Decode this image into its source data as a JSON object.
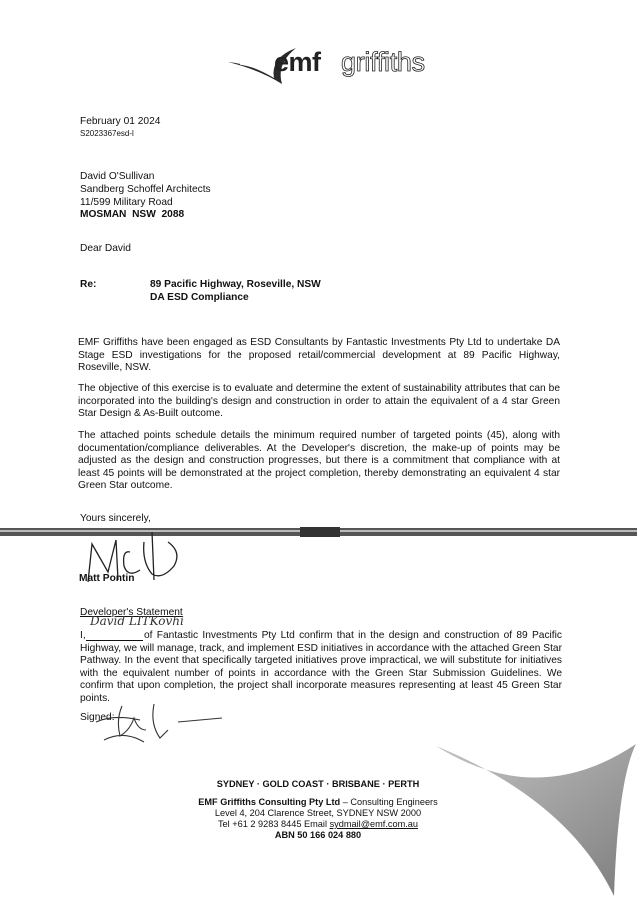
{
  "logo": {
    "brand_bold": "emf",
    "brand_light": "griffiths"
  },
  "date": "February 01 2024",
  "reference": "S2023367esd-l",
  "recipient": {
    "name": "David O'Sullivan",
    "company": "Sandberg Schoffel Architects",
    "street": "11/599 Military Road",
    "city": "MOSMAN  NSW  2088"
  },
  "salutation": "Dear David",
  "re": {
    "label": "Re:",
    "line1": "89 Pacific Highway, Roseville, NSW",
    "line2": "DA ESD Compliance"
  },
  "paragraphs": [
    "EMF Griffiths have been engaged as ESD Consultants by Fantastic Investments Pty Ltd to undertake DA Stage ESD investigations for the proposed retail/commercial development at 89 Pacific Highway, Roseville, NSW.",
    "The objective of this exercise is to evaluate and determine the extent of sustainability attributes that can be incorporated into the building's design and construction in order to attain the equivalent of a 4 star Green Star Design & As-Built outcome.",
    "The attached points schedule details the minimum required number of targeted points (45), along with documentation/compliance deliverables. At the Developer's discretion, the make-up of points may be adjusted as the design and construction progresses, but there is a commitment that compliance with at least 45 points will be demonstrated at the project completion, thereby demonstrating an equivalent 4 star Green Star outcome."
  ],
  "closing": "Yours sincerely,",
  "signatory": "Matt Pontin",
  "developer": {
    "heading": "Developer's Statement",
    "handwritten_name": "David LITKovhi",
    "statement_prefix": "I,",
    "statement": "of Fantastic Investments Pty Ltd confirm that in the design and construction of 89 Pacific Highway, we will manage, track, and implement ESD initiatives in accordance with the attached Green Star Pathway. In the event that specifically targeted initiatives prove impractical, we will substitute for initiatives with the equivalent number of points in accordance with the Green Star Submission Guidelines. We confirm that upon completion, the project shall incorporate measures representing at least 45 Green Star points.",
    "signed_label": "Signed:"
  },
  "footer": {
    "cities": "SYDNEY · GOLD COAST · BRISBANE · PERTH",
    "company_name": "EMF Griffiths Consulting Pty Ltd",
    "company_suffix": " – Consulting Engineers",
    "address": "Level 4, 204 Clarence Street, SYDNEY NSW 2000",
    "tel": "Tel +61 2 9283 8445  Email ",
    "email": "sydmail@emf.com.au",
    "abn": "ABN 50 166 024 880"
  },
  "colors": {
    "ink": "#111111",
    "logo": "#222222",
    "sail": "#8a8a8a"
  }
}
